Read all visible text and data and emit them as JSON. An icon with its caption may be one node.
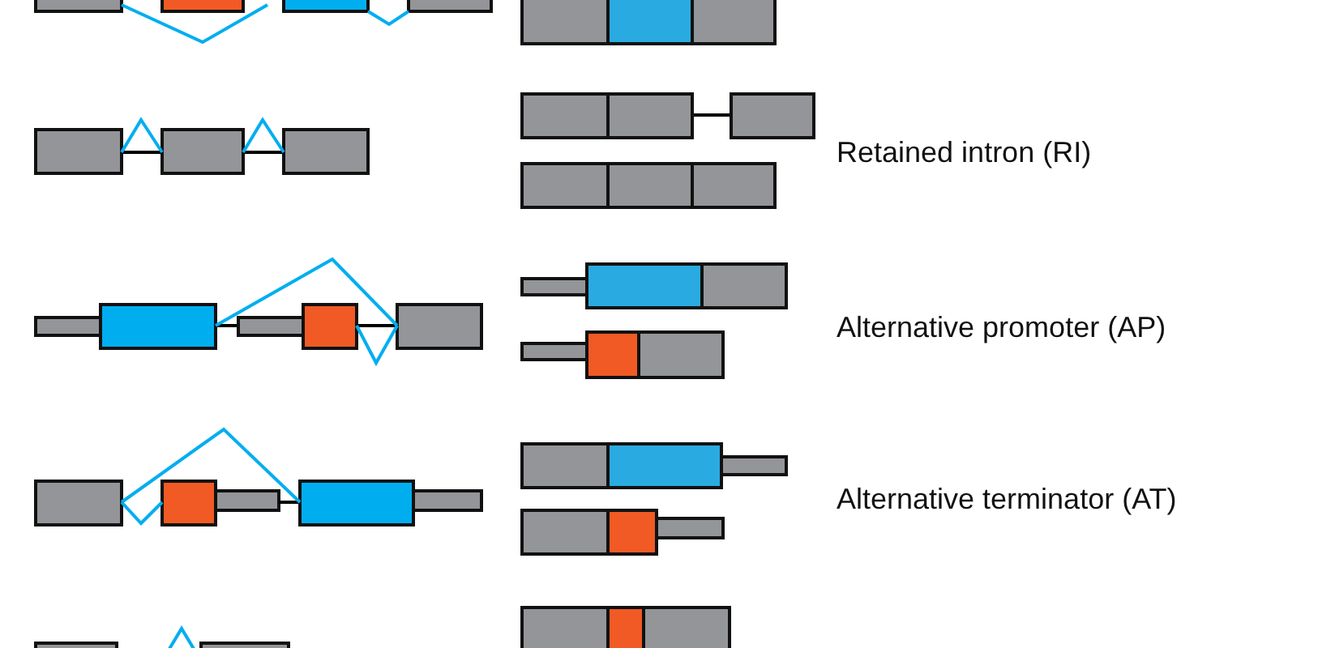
{
  "diagram": {
    "labels": [
      "Retained intron (RI)",
      "Alternative promoter (AP)",
      "Alternative terminator (AT)"
    ]
  }
}
